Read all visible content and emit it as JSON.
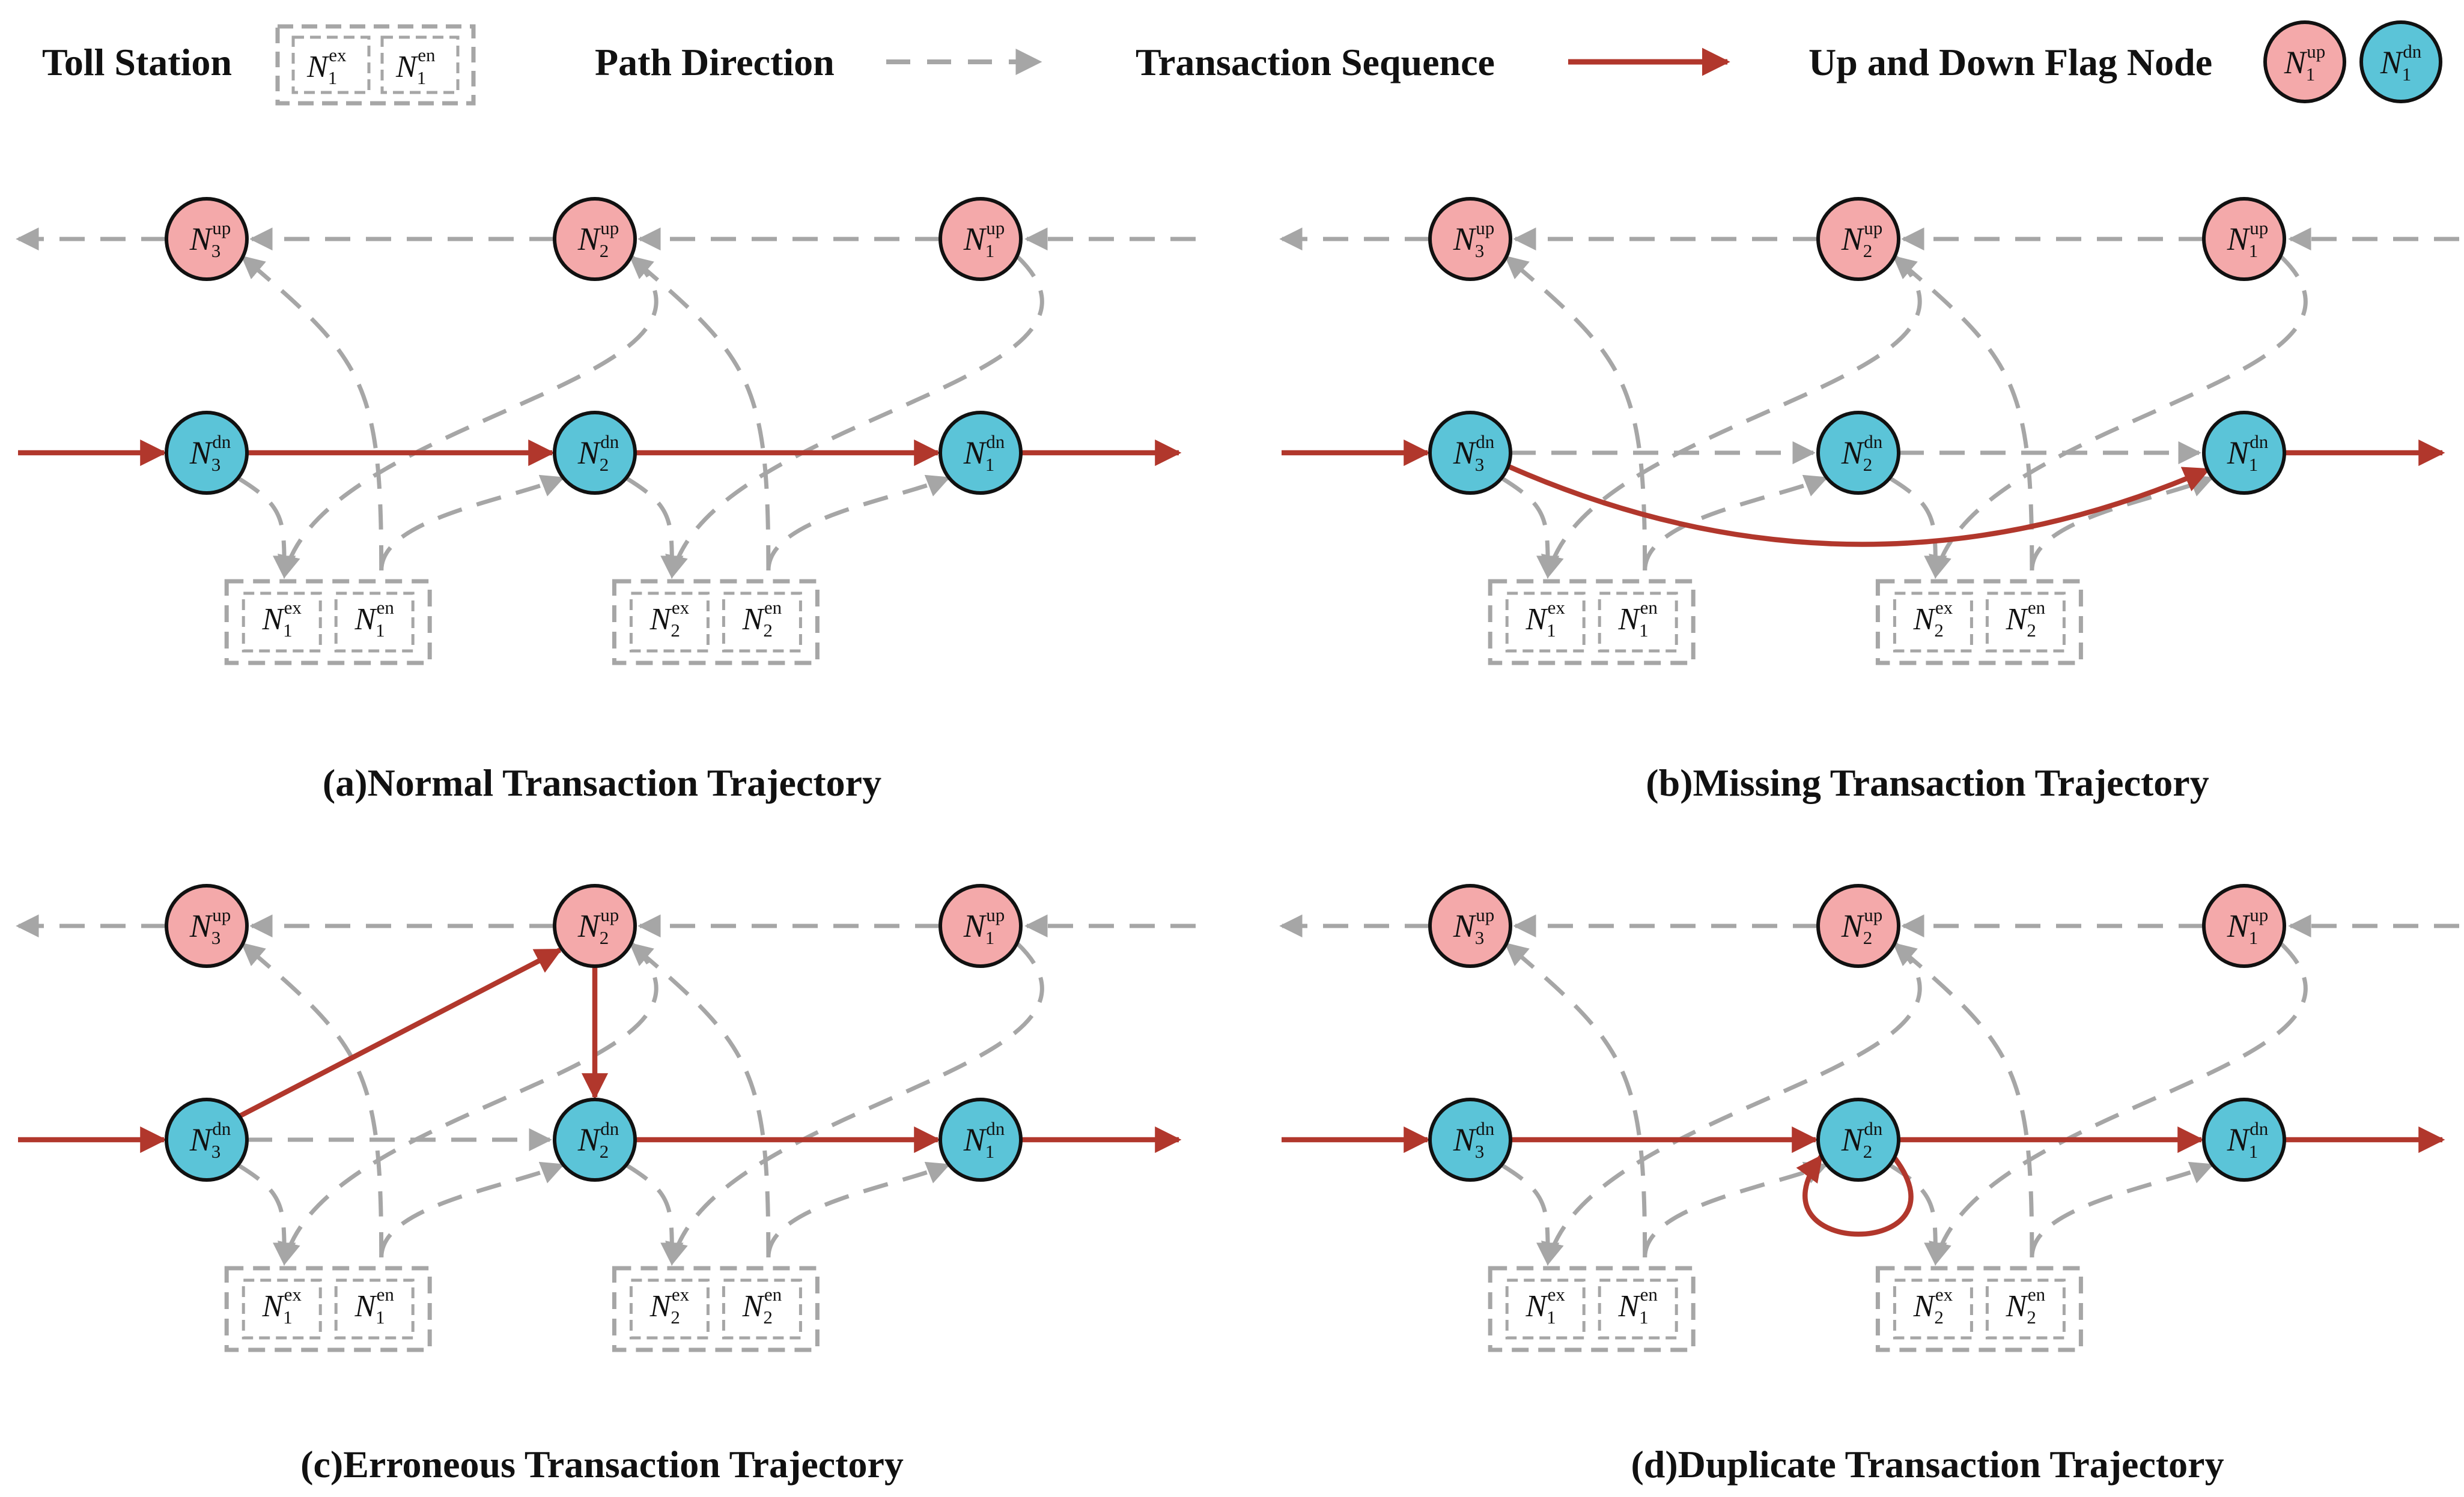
{
  "colors": {
    "up_node": "#f4a9aa",
    "down_node": "#5bc4d8",
    "path": "#a6a6a6",
    "transaction": "#b1372c",
    "text": "#111111"
  },
  "legend": {
    "toll_station_label": "Toll Station",
    "toll_station_exit": {
      "base": "N",
      "sub": "1",
      "sup": "ex"
    },
    "toll_station_entry": {
      "base": "N",
      "sub": "1",
      "sup": "en"
    },
    "path_direction_label": "Path Direction",
    "transaction_sequence_label": "Transaction Sequence",
    "flag_node_label": "Up and Down Flag Node",
    "up_node": {
      "base": "N",
      "sub": "1",
      "sup": "up"
    },
    "down_node": {
      "base": "N",
      "sub": "1",
      "sup": "dn"
    }
  },
  "node_sub_labels": [
    "3",
    "2",
    "1"
  ],
  "up_sup": "up",
  "dn_sup": "dn",
  "ex_sup": "ex",
  "en_sup": "en",
  "node_base": "N",
  "toll_groups": [
    {
      "exit_sub": "1",
      "entry_sub": "1"
    },
    {
      "exit_sub": "2",
      "entry_sub": "2"
    }
  ],
  "panels": [
    {
      "id": "a",
      "caption": "(a)Normal Transaction Trajectory"
    },
    {
      "id": "b",
      "caption": "(b)Missing Transaction Trajectory"
    },
    {
      "id": "c",
      "caption": "(c)Erroneous Transaction Trajectory"
    },
    {
      "id": "d",
      "caption": "(d)Duplicate Transaction Trajectory"
    }
  ]
}
